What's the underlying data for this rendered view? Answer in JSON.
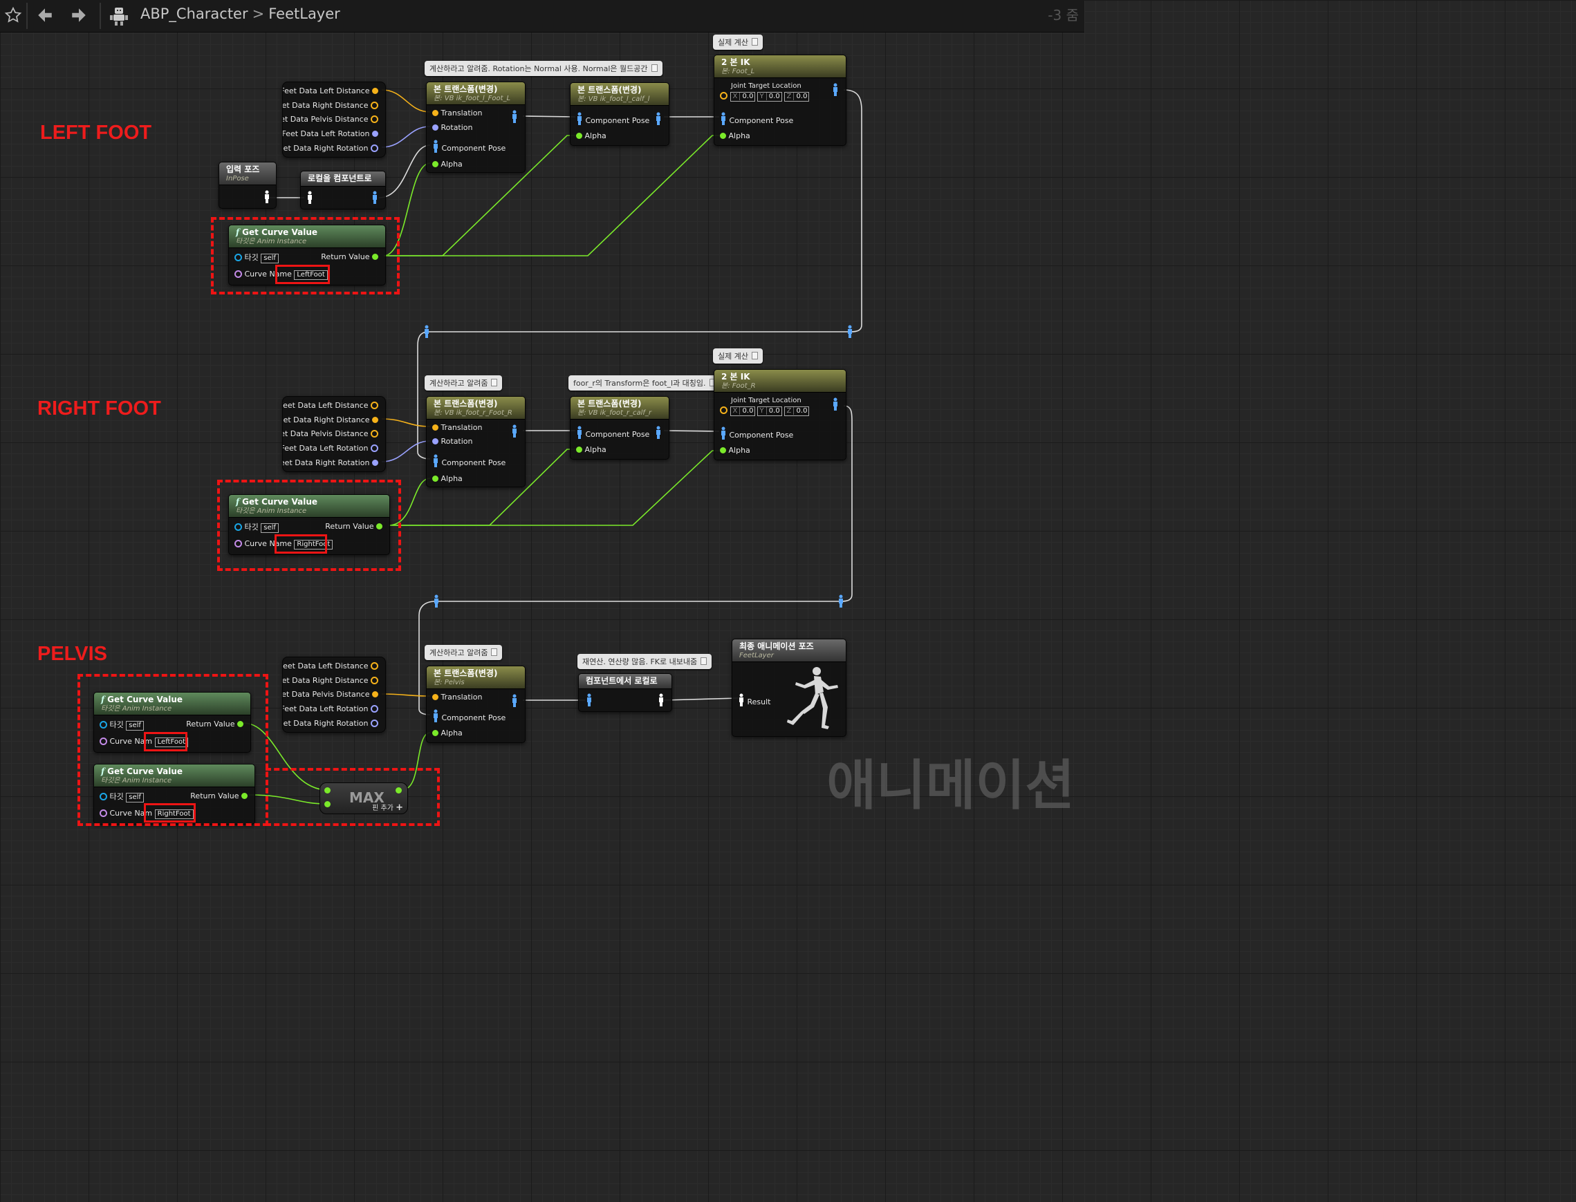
{
  "toolbar": {
    "breadcrumb_root": "ABP_Character",
    "breadcrumb_leaf": "FeetLayer",
    "zoom": "-3 줌"
  },
  "sections": {
    "left": "LEFT FOOT",
    "right": "RIGHT FOOT",
    "pelvis": "PELVIS"
  },
  "comments": {
    "lf_bt": "계산하라고 알려줌. Rotation는 Normal 사용. Normal은 월드공간",
    "lf_ik": "실제 계산",
    "rf_bt": "계산하라고 알려줌",
    "rf_bt2": "foor_r의 Transform은 foot_l과 대칭임.",
    "rf_ik": "실제 계산",
    "pv_bt": "계산하라고 알려줌",
    "pv_conv": "재연산. 연산량 많음. FK로 내보내줌"
  },
  "feet_data": {
    "pins": [
      "Feet Data Left Distance",
      "Feet Data Right Distance",
      "Feet Data Pelvis Distance",
      "Feet Data Left Rotation",
      "Feet Data Right Rotation"
    ]
  },
  "input_pose": {
    "title": "입력 포즈",
    "sub": "InPose"
  },
  "local_to_comp": {
    "title": "로컬을 컴포넌트로"
  },
  "comp_to_local": {
    "title": "컴포넌트에서 로컬로"
  },
  "curve": {
    "title": "Get Curve Value",
    "sub": "타깃은 Anim Instance",
    "target_label": "타깃",
    "target_value": "self",
    "curve_name_label": "Curve Name",
    "curve_name_label_short": "Curve Nam",
    "return_label": "Return Value",
    "left_foot": "LeftFoot",
    "right_foot": "RightFoot"
  },
  "bone_transform": {
    "title": "본 트랜스폼(변경)",
    "lf_sub": "본: VB ik_foot_l_Foot_L",
    "lf_calf_sub": "본: VB ik_foot_l_calf_l",
    "rf_sub": "본: VB ik_foot_r_Foot_R",
    "rf_calf_sub": "본: VB ik_foot_r_calf_r",
    "pv_sub": "본: Pelvis",
    "translation": "Translation",
    "rotation": "Rotation",
    "component_pose": "Component Pose",
    "alpha": "Alpha"
  },
  "two_bone_ik": {
    "title": "2 본 IK",
    "lf_sub": "본: Foot_L",
    "rf_sub": "본: Foot_R",
    "joint_target": "Joint Target Location",
    "x_label": "X",
    "y_label": "Y",
    "z_label": "Z",
    "x": "0.0",
    "y": "0.0",
    "z": "0.0",
    "component_pose": "Component Pose",
    "alpha": "Alpha"
  },
  "max_node": {
    "title": "MAX",
    "add_pin": "핀 추가"
  },
  "result": {
    "title": "최종 애니메이션 포즈",
    "sub": "FeetLayer",
    "pin": "Result"
  },
  "watermark": "애니메이션",
  "colors": {
    "float_pin": "#7bea2a",
    "vector_pin": "#f6b21a",
    "rotator_pin": "#9aa2ff",
    "pose_pin": "#5aa8ff",
    "highlight": "#ee1414"
  }
}
